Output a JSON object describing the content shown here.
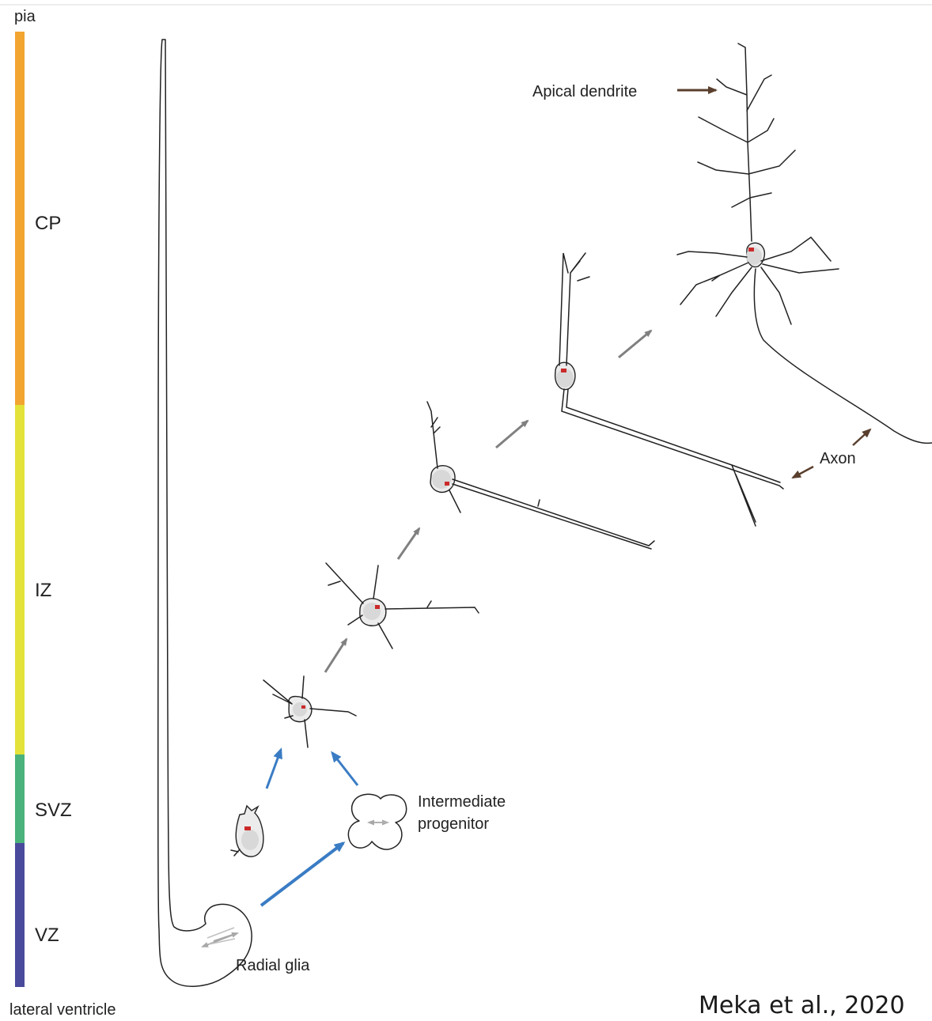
{
  "labels": {
    "pia": "pia",
    "lateral_ventricle": "lateral ventricle",
    "apical_dendrite": "Apical dendrite",
    "axon": "Axon",
    "intermediate_progenitor_line1": "Intermediate",
    "intermediate_progenitor_line2": "progenitor",
    "radial_glia": "Radial glia",
    "citation": "Meka et al., 2020"
  },
  "zones": [
    {
      "name": "CP",
      "color": "#f2a531"
    },
    {
      "name": "IZ",
      "color": "#e3e23a"
    },
    {
      "name": "SVZ",
      "color": "#4ab27a"
    },
    {
      "name": "VZ",
      "color": "#4a4a9c"
    }
  ],
  "colors": {
    "migration_arrow": "#808080",
    "division_arrow": "#3a7cc4",
    "label_arrow": "#5a3f2e",
    "centrosome": "#cc2a2a"
  }
}
